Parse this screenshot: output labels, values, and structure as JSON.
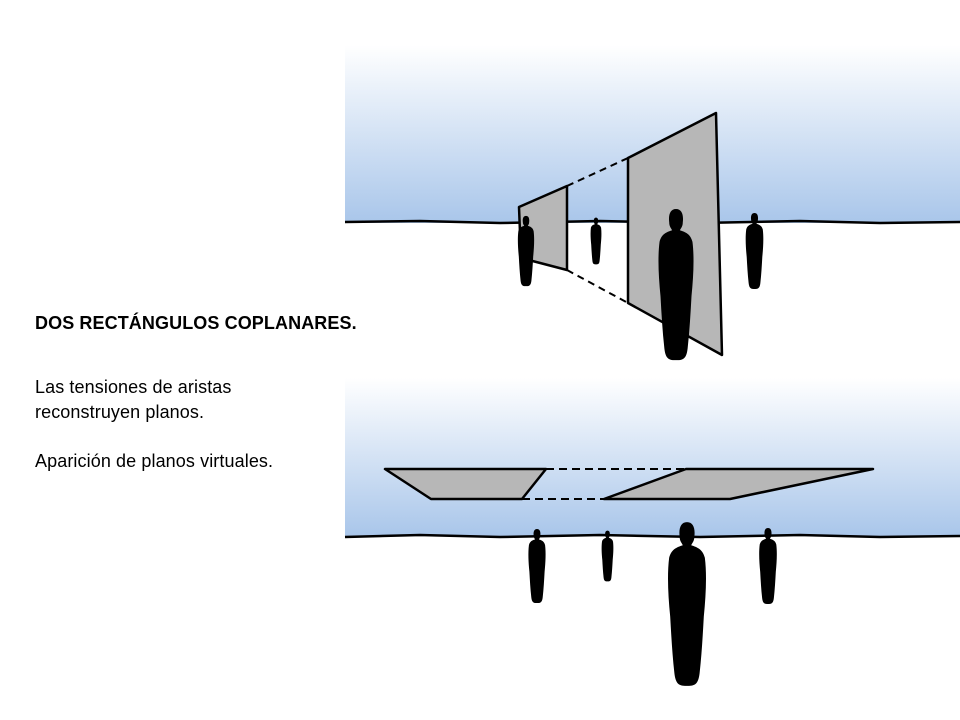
{
  "slide": {
    "title": "DOS RECTÁNGULOS COPLANARES.",
    "paragraphs": [
      "Las tensiones de aristas reconstruyen planos.",
      "Aparición de planos virtuales."
    ]
  },
  "colors": {
    "sky_top": "#ffffff",
    "sky_bottom": "#a9c6ea",
    "plane_fill": "#b7b7b7",
    "figure_fill": "#000000",
    "ink": "#000000"
  }
}
